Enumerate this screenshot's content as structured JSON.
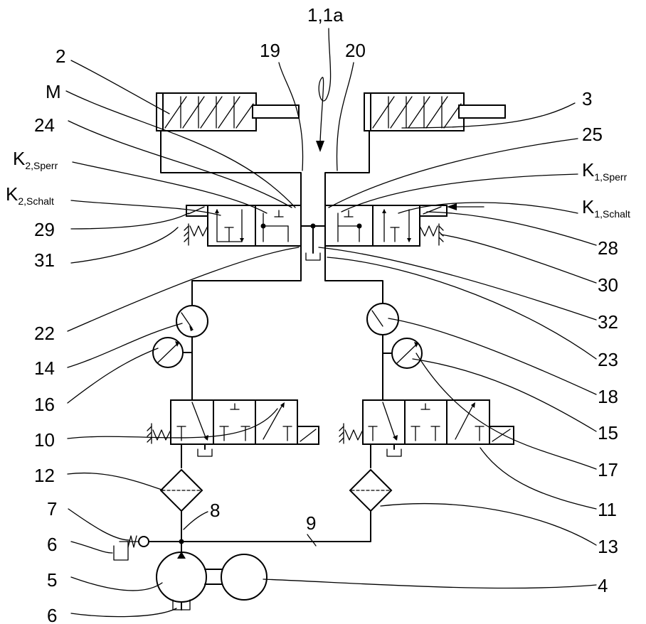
{
  "diagram": {
    "title_label": "1,1a",
    "labels": {
      "l2": "2",
      "lM": "M",
      "l24": "24",
      "lK2sperr": "K",
      "lK2sperr_sub": "2,Sperr",
      "lK2schalt": "K",
      "lK2schalt_sub": "2,Schalt",
      "l29": "29",
      "l31": "31",
      "l22": "22",
      "l14": "14",
      "l16": "16",
      "l10": "10",
      "l12": "12",
      "l7": "7",
      "l6a": "6",
      "l5": "5",
      "l6b": "6",
      "l19": "19",
      "l20": "20",
      "l8": "8",
      "l9": "9",
      "l3": "3",
      "l25": "25",
      "lK1sperr": "K",
      "lK1sperr_sub": "1,Sperr",
      "lK1schalt": "K",
      "lK1schalt_sub": "1,Schalt",
      "l28": "28",
      "l30": "30",
      "l32": "32",
      "l23": "23",
      "l18": "18",
      "l15": "15",
      "l17": "17",
      "l11": "11",
      "l13": "13",
      "l4": "4"
    }
  }
}
